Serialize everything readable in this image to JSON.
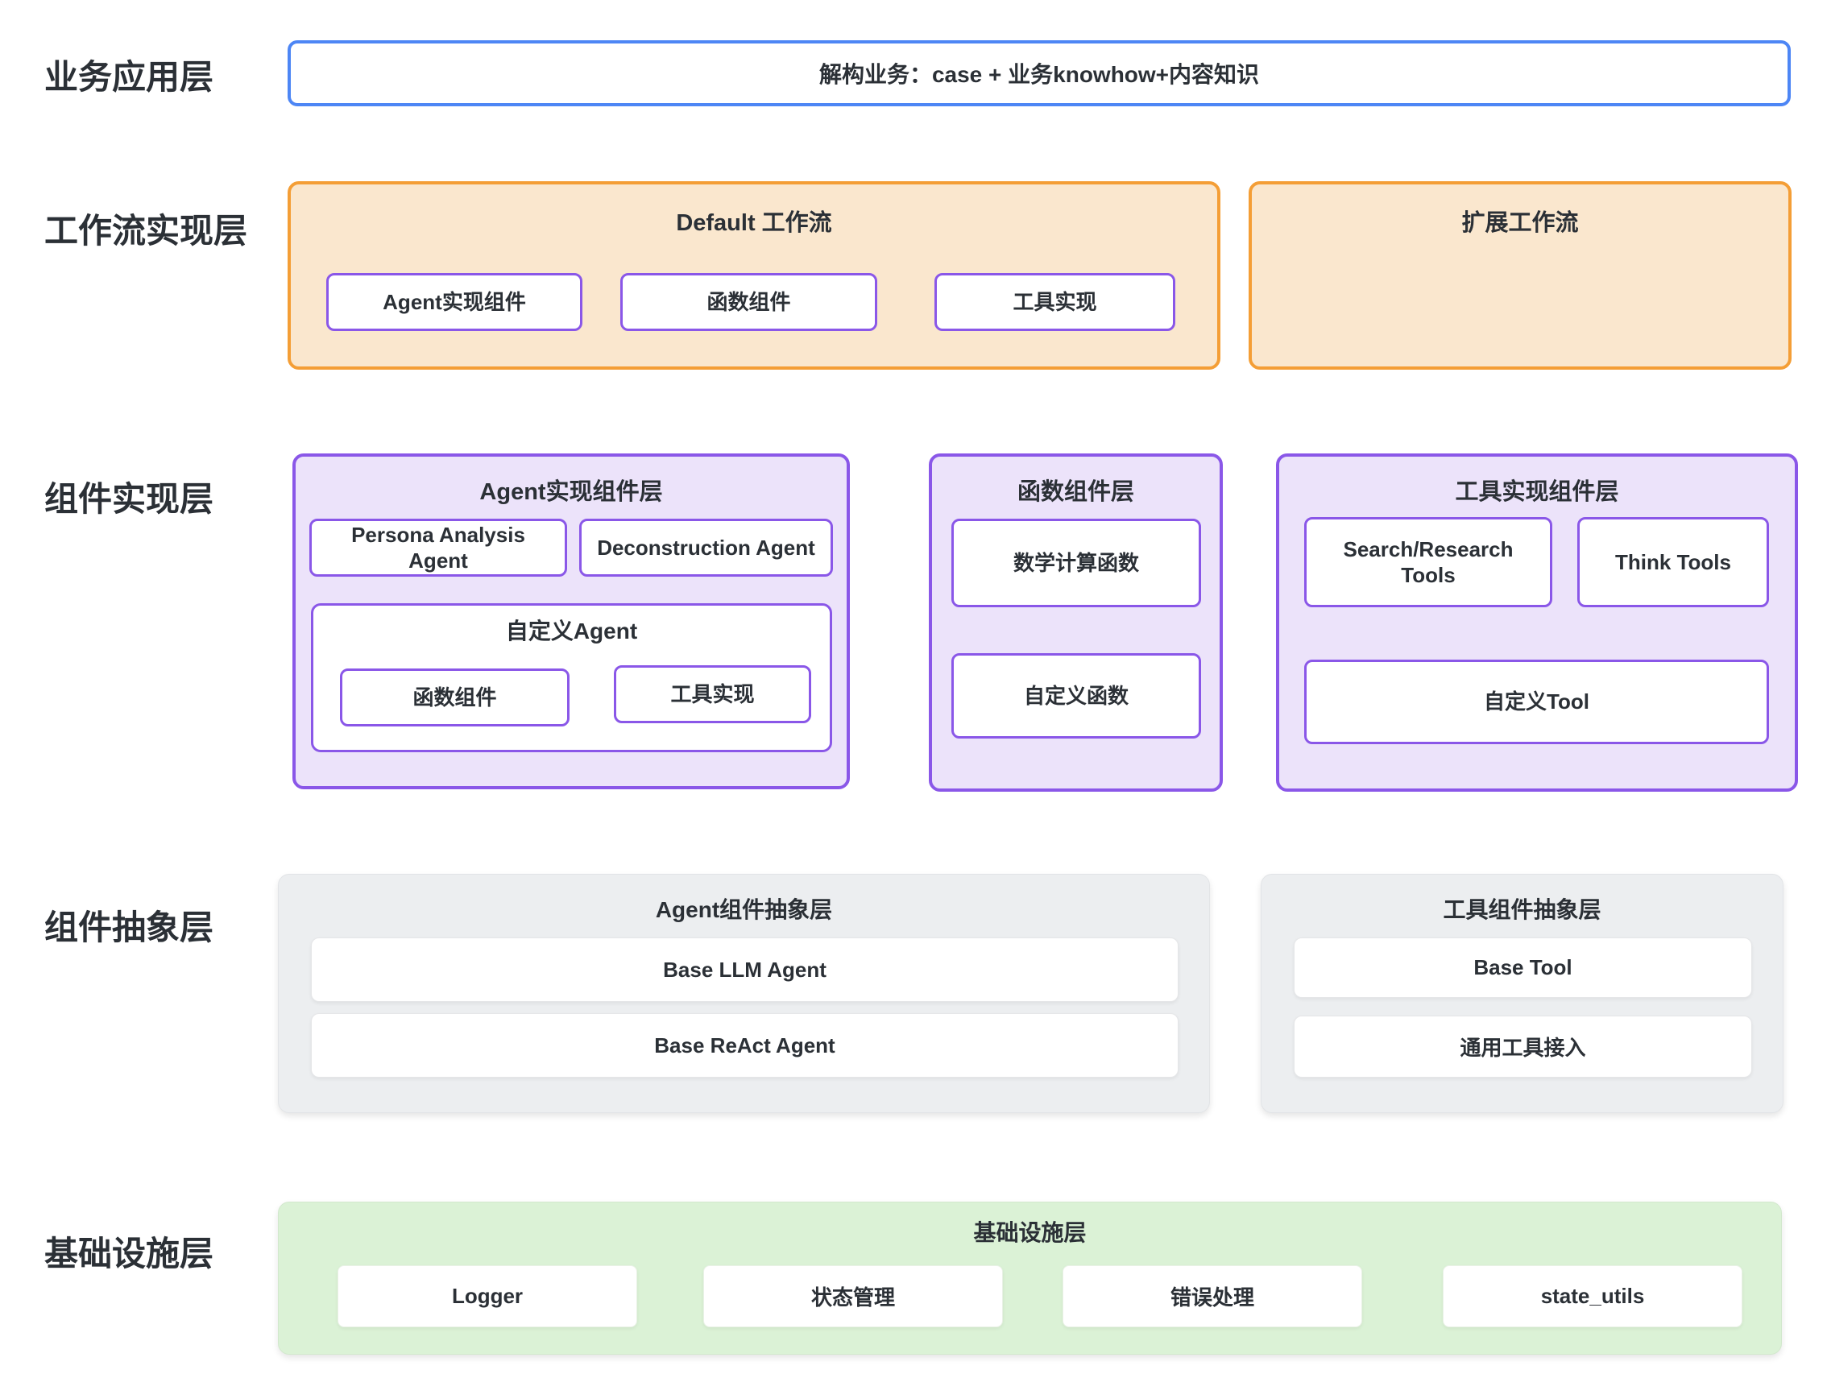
{
  "colors": {
    "blue_border": "#4d86f5",
    "orange_border": "#f49e36",
    "orange_fill": "#fae7ce",
    "purple_border": "#8a57e8",
    "purple_fill": "#ece3fa",
    "gray_fill": "#eceef0",
    "green_fill": "#dbf2d6",
    "text": "#2b3036"
  },
  "rows": {
    "business": {
      "label": "业务应用层",
      "box_text": "解构业务：case + 业务knowhow+内容知识"
    },
    "workflow": {
      "label": "工作流实现层",
      "default": {
        "title": "Default 工作流",
        "items": [
          "Agent实现组件",
          "函数组件",
          "工具实现"
        ]
      },
      "extended": {
        "title": "扩展工作流"
      }
    },
    "components": {
      "label": "组件实现层",
      "agent": {
        "title": "Agent实现组件层",
        "items": [
          "Persona Analysis Agent",
          "Deconstruction Agent"
        ],
        "custom": {
          "title": "自定义Agent",
          "items": [
            "函数组件",
            "工具实现"
          ]
        }
      },
      "function": {
        "title": "函数组件层",
        "items": [
          "数学计算函数",
          "自定义函数"
        ]
      },
      "tool": {
        "title": "工具实现组件层",
        "items": [
          "Search/Research Tools",
          "Think Tools",
          "自定义Tool"
        ]
      }
    },
    "abstraction": {
      "label": "组件抽象层",
      "agent": {
        "title": "Agent组件抽象层",
        "items": [
          "Base LLM Agent",
          "Base ReAct Agent"
        ]
      },
      "tool": {
        "title": "工具组件抽象层",
        "items": [
          "Base Tool",
          "通用工具接入"
        ]
      }
    },
    "infrastructure": {
      "label": "基础设施层",
      "title": "基础设施层",
      "items": [
        "Logger",
        "状态管理",
        "错误处理",
        "state_utils"
      ]
    }
  }
}
